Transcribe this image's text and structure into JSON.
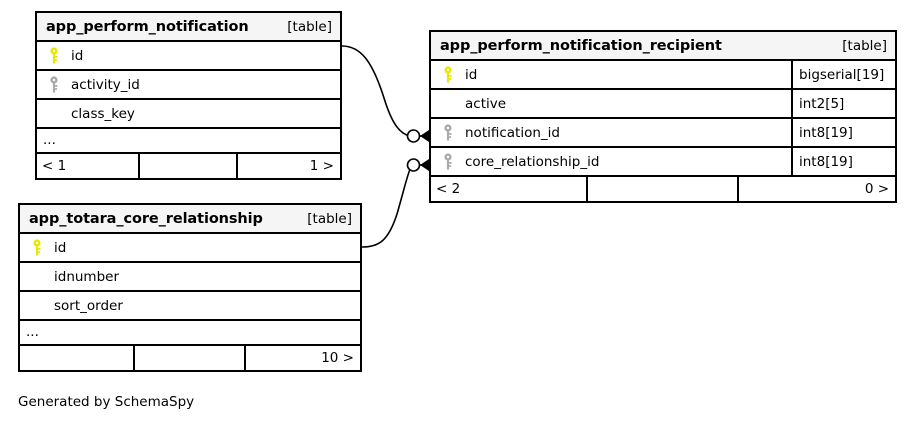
{
  "diagram": {
    "kind_label": "[table]",
    "footer_caption": "Generated by SchemaSpy",
    "colors": {
      "primary_key": "#e8e800",
      "foreign_key": "#aaaaaa",
      "header_background": "#f5f5f5",
      "border": "#000000",
      "canvas": "#ffffff"
    }
  },
  "tables": {
    "notification": {
      "name": "app_perform_notification",
      "kind": "[table]",
      "columns": [
        {
          "key": "primary",
          "name": "id",
          "type": ""
        },
        {
          "key": "foreign",
          "name": "activity_id",
          "type": ""
        },
        {
          "key": "none",
          "name": "class_key",
          "type": ""
        }
      ],
      "more_indicator": "...",
      "footer": {
        "left": "< 1",
        "middle": "",
        "right": "1 >"
      }
    },
    "recipient": {
      "name": "app_perform_notification_recipient",
      "kind": "[table]",
      "columns": [
        {
          "key": "primary",
          "name": "id",
          "type": "bigserial[19]"
        },
        {
          "key": "none",
          "name": "active",
          "type": "int2[5]"
        },
        {
          "key": "foreign",
          "name": "notification_id",
          "type": "int8[19]"
        },
        {
          "key": "foreign",
          "name": "core_relationship_id",
          "type": "int8[19]"
        }
      ],
      "more_indicator": "",
      "footer": {
        "left": "< 2",
        "middle": "",
        "right": "0 >"
      }
    },
    "relationship": {
      "name": "app_totara_core_relationship",
      "kind": "[table]",
      "columns": [
        {
          "key": "primary",
          "name": "id",
          "type": ""
        },
        {
          "key": "none",
          "name": "idnumber",
          "type": ""
        },
        {
          "key": "none",
          "name": "sort_order",
          "type": ""
        }
      ],
      "more_indicator": "...",
      "footer": {
        "left": "",
        "middle": "",
        "right": "10 >"
      }
    }
  },
  "relationships": [
    {
      "from_table": "app_perform_notification",
      "from_column": "id",
      "to_table": "app_perform_notification_recipient",
      "to_column": "notification_id",
      "from_cardinality": "one",
      "to_cardinality": "zero-or-many"
    },
    {
      "from_table": "app_totara_core_relationship",
      "from_column": "id",
      "to_table": "app_perform_notification_recipient",
      "to_column": "core_relationship_id",
      "from_cardinality": "one",
      "to_cardinality": "zero-or-many"
    }
  ]
}
